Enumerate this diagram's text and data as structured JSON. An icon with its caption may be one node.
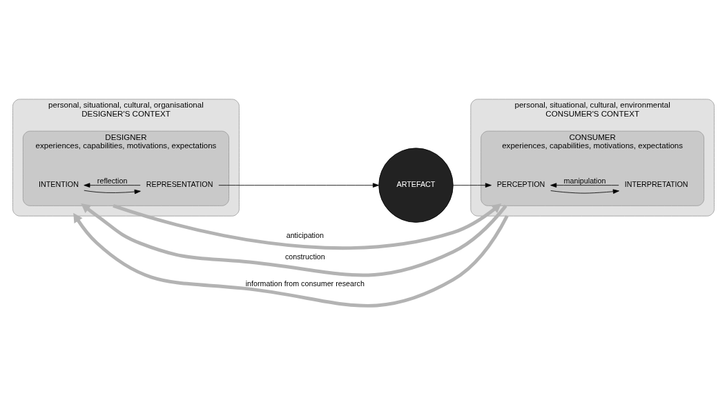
{
  "diagram": {
    "nodes": [
      {
        "text": [
          "personal, situational, cultural, organisational",
          "DESIGNER'S CONTEXT"
        ]
      },
      {
        "text": [
          "DESIGNER",
          "experiences, capabilities, motivations, expectations"
        ],
        "in": 0
      },
      {
        "text": [
          "INTENTION"
        ],
        "in": 1
      },
      {
        "text": [
          "REPRESENTATION"
        ],
        "in": 1
      },
      {
        "text": [
          "ARTEFACT"
        ]
      },
      {
        "text": [
          "personal, situational, cultural, environmental",
          "CONSUMER'S CONTEXT"
        ]
      },
      {
        "text": [
          "CONSUMER",
          "experiences, capabilities, motivations, expectations"
        ],
        "in": 5
      },
      {
        "text": [
          "PERCEPTION"
        ],
        "in": 6
      },
      {
        "text": [
          "INTERPRETATION"
        ],
        "in": 6
      }
    ],
    "edges": [
      {
        "from": 2,
        "to": 3,
        "arrow": "to"
      },
      {
        "from": 3,
        "to": 2,
        "arrow": "to",
        "label": "reflection"
      },
      {
        "from": 3,
        "to": 4,
        "arrow": "to"
      },
      {
        "from": 4,
        "to": 7,
        "arrow": "to"
      },
      {
        "from": 7,
        "to": 8,
        "arrow": "to"
      },
      {
        "from": 8,
        "to": 7,
        "arrow": "to",
        "label": "manipulation"
      },
      {
        "from": 1,
        "to": 6,
        "arrow": "to",
        "label": "anticipation",
        "style": "thick",
        "color": "#b3b3b3"
      },
      {
        "from": 6,
        "to": 1,
        "arrow": "to",
        "label": "construction",
        "style": "thick",
        "color": "#b3b3b3"
      },
      {
        "from": 5,
        "to": 0,
        "arrow": "to",
        "label": "information from consumer research",
        "style": "thick",
        "color": "#b3b3b3"
      }
    ]
  }
}
